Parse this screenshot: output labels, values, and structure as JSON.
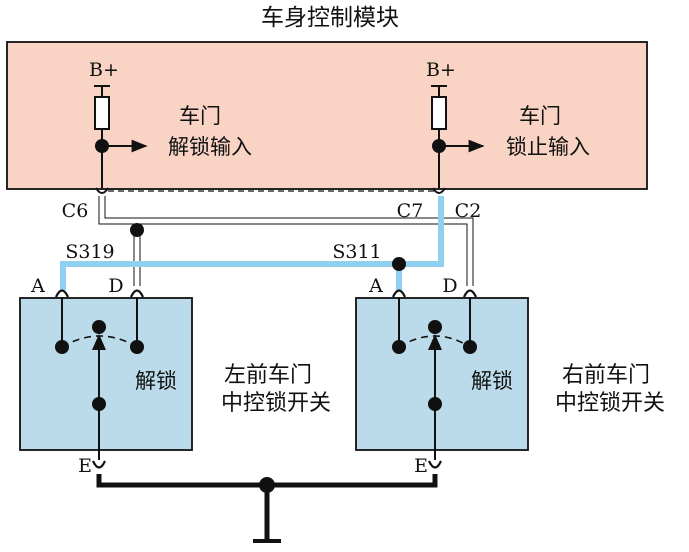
{
  "title": "车身控制模块",
  "module": {
    "supply_label": "B+",
    "unlock_input": {
      "line1": "车门",
      "line2": "解锁输入"
    },
    "lock_input": {
      "line1": "车门",
      "line2": "锁止输入"
    }
  },
  "connectors": {
    "c6": "C6",
    "c7": "C7",
    "c2": "C2",
    "s319": "S319",
    "s311": "S311"
  },
  "left_switch": {
    "pin_a": "A",
    "pin_d": "D",
    "pin_e": "E",
    "unlock_label": "解锁",
    "name_line1": "左前车门",
    "name_line2": "中控锁开关"
  },
  "right_switch": {
    "pin_a": "A",
    "pin_d": "D",
    "pin_e": "E",
    "unlock_label": "解锁",
    "name_line1": "右前车门",
    "name_line2": "中控锁开关"
  },
  "colors": {
    "module_fill": "#f9d3c4",
    "switch_fill": "#bcdbea",
    "blue_wire": "#8fd0f0",
    "line": "#111111"
  }
}
